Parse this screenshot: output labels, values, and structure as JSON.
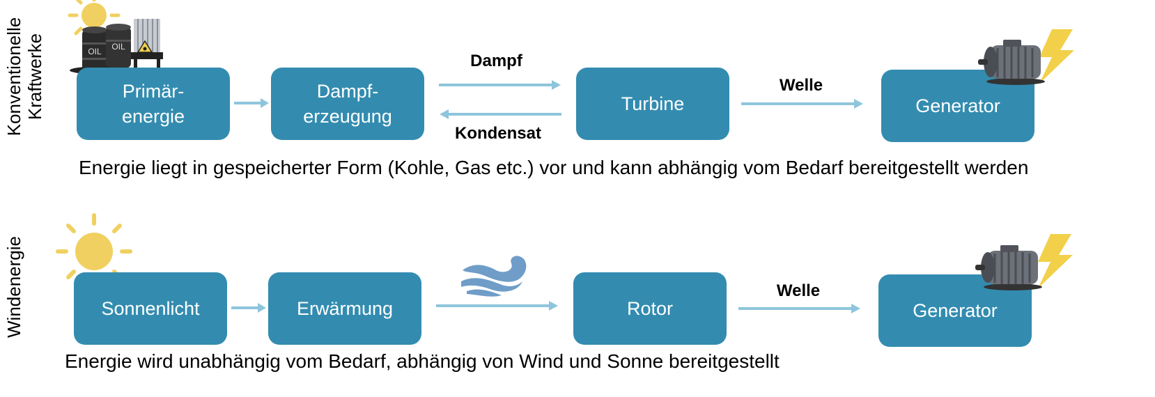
{
  "rows": {
    "conventional": {
      "side_label_line1": "Konventionelle",
      "side_label_line2": "Kraftwerke",
      "boxes": {
        "primary_line1": "Primär-",
        "primary_line2": "energie",
        "steam_line1": "Dampf-",
        "steam_line2": "erzeugung",
        "turbine": "Turbine",
        "generator": "Generator"
      },
      "arrow_labels": {
        "steam": "Dampf",
        "condensate": "Kondensat",
        "shaft": "Welle"
      },
      "caption": "Energie liegt in gespeicherter Form (Kohle, Gas etc.) vor und kann abhängig vom Bedarf bereitgestellt werden",
      "icons": {
        "top_left": "sun-icon",
        "fuel": "oil-barrels-icon",
        "power_plant": "nuclear-plant-icon",
        "generator": "electric-motor-icon",
        "lightning": "lightning-bolt-icon"
      },
      "icon_text": {
        "barrel_label": "OIL"
      }
    },
    "wind": {
      "side_label": "Windenergie",
      "boxes": {
        "sunlight": "Sonnenlicht",
        "heating": "Erwärmung",
        "rotor": "Rotor",
        "generator": "Generator"
      },
      "arrow_labels": {
        "shaft": "Welle"
      },
      "caption": "Energie wird unabhängig vom Bedarf, abhängig von Wind und Sonne bereitgestellt",
      "icons": {
        "sun": "sun-icon",
        "wind": "wind-wave-icon",
        "generator": "electric-motor-icon",
        "lightning": "lightning-bolt-icon"
      }
    }
  },
  "colors": {
    "box_fill": "#338cb0",
    "arrow": "#8ec5dc",
    "sun": "#f0d060",
    "wind": "#6f9dc8",
    "lightning": "#f2d04a",
    "motor": "#5c6066"
  }
}
